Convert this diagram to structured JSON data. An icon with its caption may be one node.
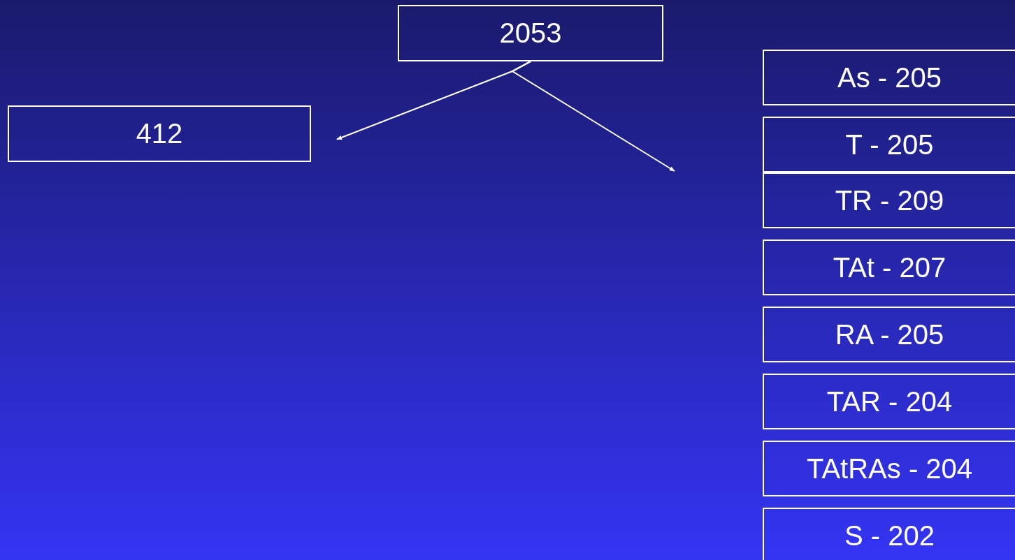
{
  "diagram": {
    "nodes": [
      {
        "text": [
          "2053"
        ]
      },
      {
        "text": [
          "412"
        ]
      },
      {
        "text": [
          "As - 205"
        ]
      },
      {
        "text": [
          "T - 205"
        ]
      },
      {
        "text": [
          "TR - 209"
        ]
      },
      {
        "text": [
          "TAt - 207"
        ]
      },
      {
        "text": [
          "RA - 205"
        ]
      },
      {
        "text": [
          "TAR - 204"
        ]
      },
      {
        "text": [
          "TAtRAs - 204"
        ]
      },
      {
        "text": [
          "S - 202"
        ]
      }
    ],
    "edges": [
      {
        "from": 0,
        "to": 1,
        "arrow": "to"
      },
      {
        "from": 0,
        "to": null,
        "arrow": "to"
      }
    ]
  }
}
